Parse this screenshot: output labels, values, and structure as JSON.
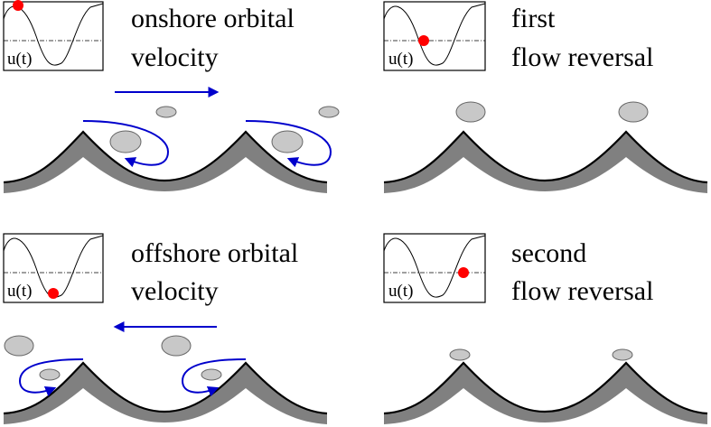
{
  "panels": [
    {
      "key": "onshore",
      "line1": "onshore orbital",
      "line2": "velocity",
      "phase": "peak-onshore",
      "arrow_direction": "onshore"
    },
    {
      "key": "first_reversal",
      "line1": "first",
      "line2": "flow reversal",
      "phase": "first-zero-crossing",
      "arrow_direction": "none"
    },
    {
      "key": "offshore",
      "line1": "offshore orbital",
      "line2": "velocity",
      "phase": "peak-offshore",
      "arrow_direction": "offshore"
    },
    {
      "key": "second_reversal",
      "line1": "second",
      "line2": "flow reversal",
      "phase": "second-zero-crossing",
      "arrow_direction": "none"
    }
  ],
  "inset_label": "u(t)",
  "colors": {
    "phase_dot": "#ff0000",
    "flow_arrow": "#0000cc",
    "ripple_fill": "#808080",
    "sediment_grain": "#c8c8c8"
  }
}
